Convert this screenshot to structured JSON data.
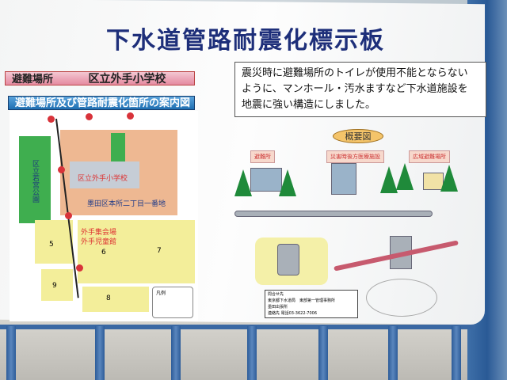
{
  "sign": {
    "title": "下水道管路耐震化標示板",
    "evacuation_label": "避難場所",
    "evacuation_name": "区立外手小学校",
    "map_heading": "避難場所及び管路耐震化箇所の案内図",
    "notice_lines": [
      "震災時に避難場所のトイレが使用不能とならない",
      "ように、マンホール・汚水ますなど下水道施設を",
      "地震に強い構造にしました。"
    ]
  },
  "map": {
    "park": "区立若宮公園",
    "school": "区立外手小学校",
    "address": "墨田区本所二丁目一番地",
    "hall1": "外手集会場",
    "hall2": "外手児童館",
    "block_numbers": [
      "5",
      "6",
      "7",
      "9",
      "8"
    ],
    "legend_title": "凡例"
  },
  "diagram": {
    "heading": "概要図",
    "tags": [
      "避難所",
      "災害時後方医療施設",
      "広域避難場所"
    ]
  },
  "contact": {
    "label": "問合せ先",
    "org": "東京都下水道局　東部第一管理事務所",
    "office": "墨田出張所",
    "phone_label": "連絡先",
    "phone": "電話03-3622-7006"
  }
}
